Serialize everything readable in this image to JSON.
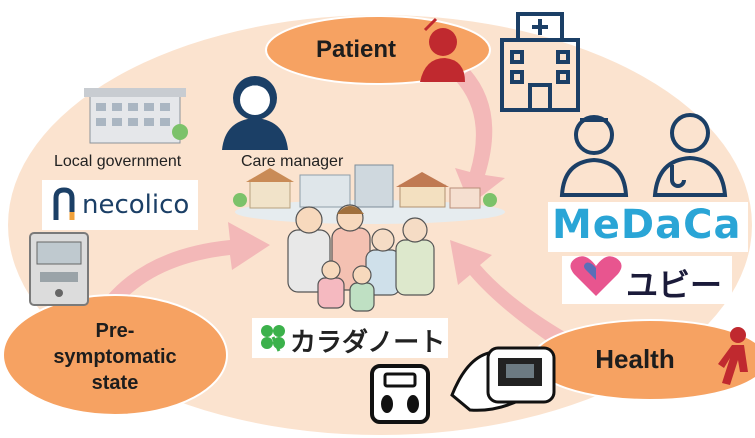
{
  "nodes": {
    "patient": "Patient",
    "health": "Health",
    "pre_symptomatic": "Pre-\nsymptomatic\nstate"
  },
  "labels": {
    "local_government": "Local government",
    "care_manager": "Care manager"
  },
  "logos": {
    "necolico": "necolico",
    "medaca": "MeDaCa",
    "yubi": "ユビー",
    "karada_note": "カラダノート"
  },
  "colors": {
    "background_oval": "#fbe3cf",
    "bubble": "#f6a262",
    "arrow": "#f3b8b8",
    "icon_navy": "#1b3f66",
    "medaca_blue": "#2aa5d6",
    "yubi_pink": "#e8558f",
    "karada_green": "#3bb14b"
  },
  "icons": [
    "hospital-icon",
    "doctor-icon",
    "nurse-icon",
    "care-manager-icon",
    "patient-headache-icon",
    "walking-person-icon",
    "scale-icon",
    "blood-pressure-monitor-icon",
    "smart-meter-icon",
    "city-hall-icon",
    "family-icon",
    "town-icon"
  ]
}
